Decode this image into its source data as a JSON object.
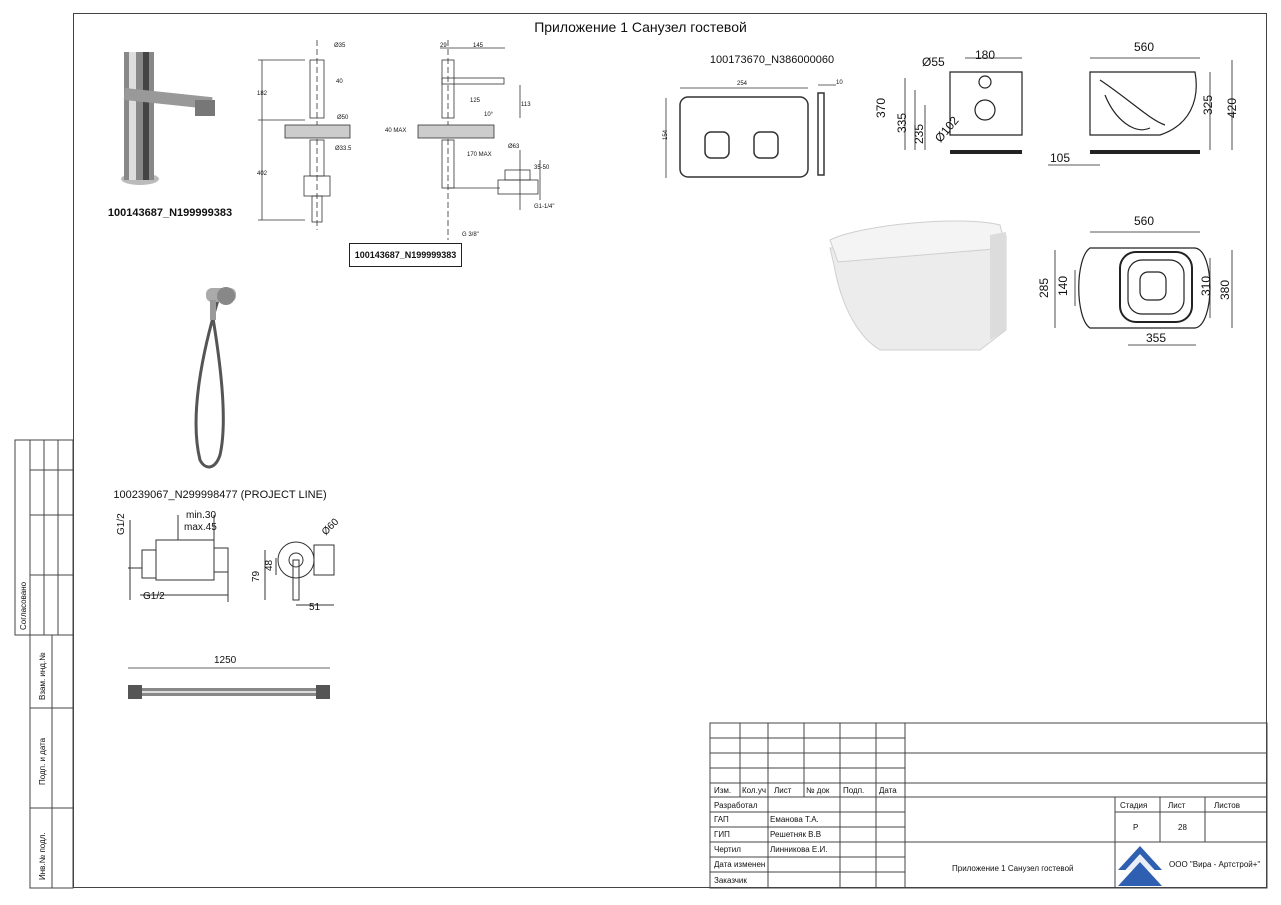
{
  "page": {
    "title": "Приложение 1 Санузел гостевой"
  },
  "items": {
    "faucet": {
      "code": "100143687_N199999383",
      "code_box": "100143687_N199999383"
    },
    "flush_plate": {
      "code": "100173670_N386000060"
    },
    "hygienic_shower": {
      "code": "100239067_N299998477 (PROJECT LINE)"
    }
  },
  "dims": {
    "faucet": {
      "d35": "Ø35",
      "d40": "40",
      "h182": "182",
      "h402": "402",
      "d50": "Ø50",
      "d335": "Ø33.5",
      "w29": "29",
      "w145": "145",
      "w125": "125",
      "h113": "113",
      "a10": "10°",
      "max40": "40 MAX",
      "max170": "170 MAX",
      "d63": "Ø63",
      "r3550": "35-50",
      "g114": "G1-1/4\"",
      "g38": "G 3/8\""
    },
    "plate": {
      "w254": "254",
      "h154": "154",
      "t10": "10"
    },
    "toilet_side": {
      "d55": "Ø55",
      "w180": "180",
      "h370": "370",
      "h335": "335",
      "h235": "235",
      "d102": "Ø102"
    },
    "toilet_profile": {
      "w560": "560",
      "h325": "325",
      "h420": "420",
      "w105": "105"
    },
    "toilet_top": {
      "w560": "560",
      "h285": "285",
      "h140": "140",
      "h310": "310",
      "h380": "380",
      "w355": "355"
    },
    "mixer": {
      "g12a": "G1/2",
      "min": "min.30",
      "max": "max.45",
      "g12b": "G1/2",
      "d60": "Ø60",
      "h48": "48",
      "h79": "79",
      "w51": "51"
    },
    "hose": {
      "w1250": "1250"
    }
  },
  "side_margin": {
    "agreed": "Согласовано",
    "inv_vz": "Взам. инд.№",
    "sign_date": "Подп. и дата",
    "inv_orig": "Инв.№ подл."
  },
  "stamp": {
    "headers": {
      "izm": "Изм.",
      "kol": "Кол.уч",
      "list": "Лист",
      "ndoc": "№ док",
      "podp": "Подп.",
      "date": "Дата"
    },
    "roles": {
      "developed": "Разработал",
      "gap": "ГАП",
      "gip": "ГИП",
      "drew": "Чертил",
      "changed": "Дата изменен",
      "client": "Заказчик"
    },
    "people": {
      "gap": "Еманова Т.А.",
      "gip": "Решетняк В.В",
      "drew": "Линникова Е.И."
    },
    "stage_h": "Стадия",
    "sheet_h": "Лист",
    "sheets_h": "Листов",
    "stage": "Р",
    "sheet": "28",
    "doc_title": "Приложение 1 Санузел гостевой",
    "company": "ООО \"Вира - Артстрой+\""
  }
}
